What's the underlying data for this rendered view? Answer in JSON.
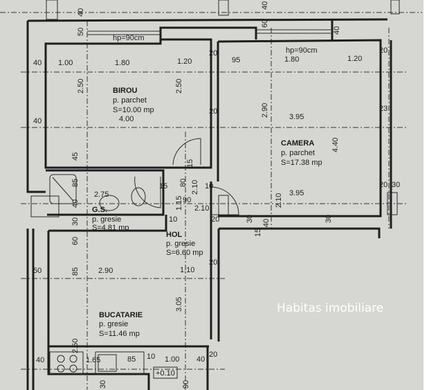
{
  "rooms": {
    "birou": {
      "name": "BIROU",
      "floor": "p. parchet",
      "area": "S=10.00 mp"
    },
    "camera": {
      "name": "CAMERA",
      "floor": "p. parchet",
      "area": "S=17.38 mp"
    },
    "gs": {
      "name": "G.S.",
      "floor": "p. gresie",
      "area": "S=4.81 mp"
    },
    "hol": {
      "name": "HOL",
      "floor": "p. gresie",
      "area": "S=6.60 mp"
    },
    "bucatarie": {
      "name": "BUCATARIE",
      "floor": "p. gresie",
      "area": "S=11.46 mp"
    }
  },
  "window_heights": {
    "birou": "hp=90cm",
    "camera": "hp=90cm"
  },
  "level_mark": "+0.10",
  "watermark": "Habitas imobiliare",
  "dimensions": {
    "birou_top": [
      "40",
      "1.00",
      "1.80",
      "1.20"
    ],
    "birou_side": [
      "2.50",
      "2.50",
      "4.00",
      "40",
      "50",
      "40"
    ],
    "camera_top": [
      "20",
      "95",
      "1.80",
      "1.20",
      "20",
      "60",
      "40",
      "40"
    ],
    "camera_side": [
      "2.90",
      "3.95",
      "4.40",
      "3.95",
      "2.10",
      "20",
      "23",
      "20",
      "30"
    ],
    "gs": [
      "2.75",
      "45",
      "85",
      "40",
      "15",
      "80",
      "2.10",
      "90",
      "2.10",
      "10",
      "10",
      "15",
      "20",
      "15"
    ],
    "hol": [
      "1.15",
      "30",
      "60",
      "1.10",
      "3.05",
      "20",
      "40",
      "30",
      "30"
    ],
    "bucatarie": [
      "50",
      "2.90",
      "85",
      "2.50",
      "40",
      "1.65",
      "85",
      "10",
      "1.00",
      "40",
      "20",
      "90",
      "30"
    ]
  },
  "colors": {
    "paper": "#d6d6d3",
    "ink": "#1e1e1e"
  }
}
